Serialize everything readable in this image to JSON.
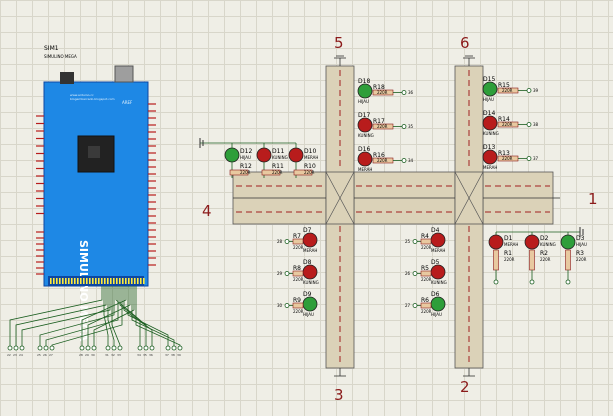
{
  "arduino": {
    "ref": "SIM1",
    "name": "SIMULINO MEGA",
    "board_text": "SIMULINO MEGA",
    "silk1": "www.arduino.cc",
    "silk2": "blogembarcado.blogspot.com",
    "aref": "AREF",
    "board_color": "#1e88e5"
  },
  "roads": {
    "labels": {
      "north_left": "5",
      "north_right": "6",
      "east": "1",
      "west": "4",
      "south_left": "3",
      "south_right": "2"
    },
    "road_color": "#dbd2b8",
    "line_color": "#a02020"
  },
  "lights": {
    "west": [
      {
        "led": "D12",
        "res": "R12",
        "color_name": "HIJAU",
        "value": "220R"
      },
      {
        "led": "D11",
        "res": "R11",
        "color_name": "KUNING",
        "value": "220R"
      },
      {
        "led": "D10",
        "res": "R10",
        "color_name": "MERAH",
        "value": "220R"
      }
    ],
    "north_left": [
      {
        "led": "D18",
        "res": "R18",
        "color_name": "HIJAU",
        "value": "220R",
        "pin": "36"
      },
      {
        "led": "D17",
        "res": "R17",
        "color_name": "KUNING",
        "value": "220R",
        "pin": "35"
      },
      {
        "led": "D16",
        "res": "R16",
        "color_name": "MERAH",
        "value": "220R",
        "pin": "34"
      }
    ],
    "north_right": [
      {
        "led": "D15",
        "res": "R15",
        "color_name": "HIJAU",
        "value": "220R",
        "pin": "39"
      },
      {
        "led": "D14",
        "res": "R14",
        "color_name": "KUNING",
        "value": "220R",
        "pin": "38"
      },
      {
        "led": "D13",
        "res": "R13",
        "color_name": "MERAH",
        "value": "220R",
        "pin": "37"
      }
    ],
    "east": [
      {
        "led": "D1",
        "res": "R1",
        "color_name": "MERAH",
        "value": "220R"
      },
      {
        "led": "D2",
        "res": "R2",
        "color_name": "KUNING",
        "value": "220R"
      },
      {
        "led": "D3",
        "res": "R3",
        "color_name": "HIJAU",
        "value": "220R"
      }
    ],
    "south_left": [
      {
        "led": "D7",
        "res": "R7",
        "color_name": "MERAH",
        "value": "220R",
        "pin": "28"
      },
      {
        "led": "D8",
        "res": "R8",
        "color_name": "KUNING",
        "value": "220R",
        "pin": "29"
      },
      {
        "led": "D9",
        "res": "R9",
        "color_name": "HIJAU",
        "value": "220R",
        "pin": "30"
      }
    ],
    "south_right": [
      {
        "led": "D4",
        "res": "R4",
        "color_name": "MERAH",
        "value": "220R",
        "pin": "25"
      },
      {
        "led": "D5",
        "res": "R5",
        "color_name": "KUNING",
        "value": "220R",
        "pin": "26"
      },
      {
        "led": "D6",
        "res": "R6",
        "color_name": "HIJAU",
        "value": "220R",
        "pin": "27"
      }
    ],
    "green_color": "#2e9e3a",
    "red_color": "#b81c1c",
    "dark_color": "#5a1010"
  },
  "bottom_pins": [
    "22",
    "23",
    "24",
    "25",
    "26",
    "27",
    "28",
    "29",
    "30",
    "31",
    "32",
    "33",
    "34",
    "35",
    "36",
    "37",
    "38",
    "39"
  ]
}
